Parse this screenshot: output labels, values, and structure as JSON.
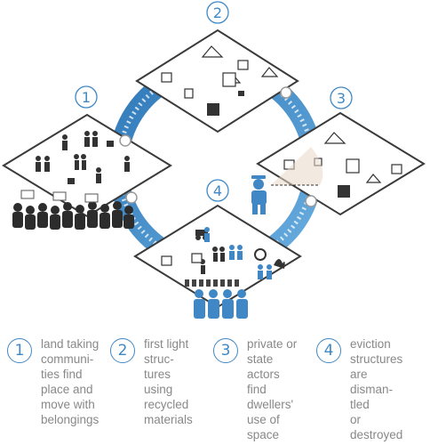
{
  "colors": {
    "accent": "#3f88c5",
    "outline": "#3a3a3a",
    "text": "#888888",
    "figure_dark": "#2c2c2c"
  },
  "steps": [
    {
      "number": "1",
      "text": "land taking\ncommuni-\nties find\nplace and\nmove with\nbelongings"
    },
    {
      "number": "2",
      "text": "first light\nstruc-\ntures\nusing\nrecycled\nmaterials"
    },
    {
      "number": "3",
      "text": "private or\nstate\nactors\nfind\ndwellers'\nuse of\nspace"
    },
    {
      "number": "4",
      "text": "eviction\nstructures\nare\ndisman-\ntled\nor\ndestroyed"
    }
  ],
  "icons": [
    "person-icon",
    "tent-icon",
    "box-icon",
    "shelter-icon",
    "police-icon",
    "fire-icon",
    "bulldozer-icon"
  ]
}
